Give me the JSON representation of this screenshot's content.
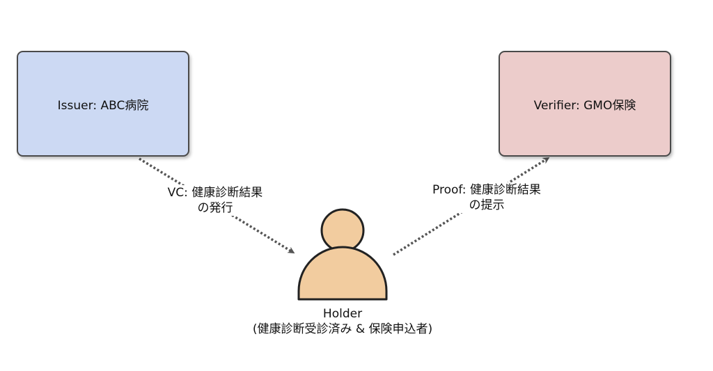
{
  "colors": {
    "issuer_fill": "#ccd9f3",
    "verifier_fill": "#eccccb",
    "holder_fill": "#f2cc9f",
    "stroke": "#4a4a4a",
    "arrow": "#555555"
  },
  "icons": {
    "holder": "person-icon"
  },
  "issuer": {
    "label": "Issuer: ABC病院"
  },
  "verifier": {
    "label": "Verifier: GMO保険"
  },
  "edges": {
    "vc_line1": "VC: 健康診断結果",
    "vc_line2": "の発行",
    "proof_line1": "Proof: 健康診断結果",
    "proof_line2": "の提示"
  },
  "holder": {
    "line1": "Holder",
    "line2": "(健康診断受診済み & 保険申込者)"
  }
}
